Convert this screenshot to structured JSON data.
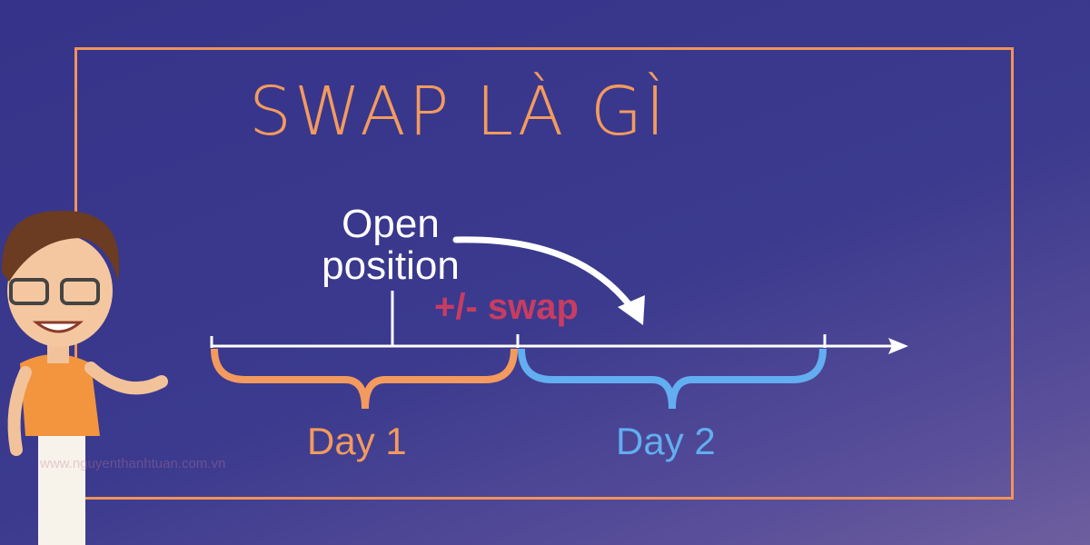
{
  "title": "SWAP LÀ GÌ",
  "open_position": {
    "line1": "Open",
    "line2": "position"
  },
  "swap_label": "+/- swap",
  "days": [
    "Day 1",
    "Day 2"
  ],
  "watermark": "www.nguyenthanhtuan.com.vn",
  "colors": {
    "orange": "#f39a5e",
    "blue": "#62aef0",
    "swap": "#c93c62",
    "background": "#3b3a8e"
  }
}
